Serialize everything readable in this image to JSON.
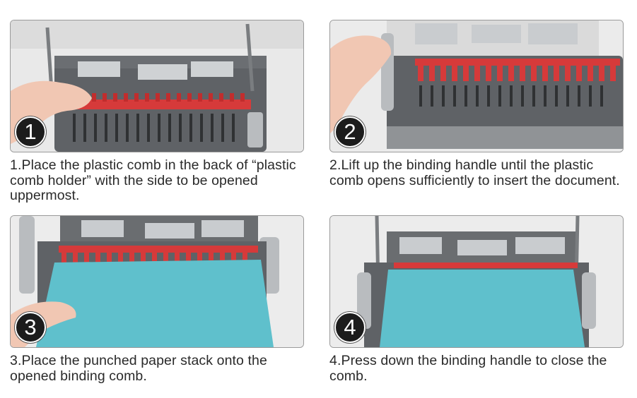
{
  "steps": [
    {
      "number": "1",
      "text": "1.Place the plastic comb in the back of “plastic comb holder” with the side to be opened uppermost."
    },
    {
      "number": "2",
      "text": "2.Lift up the binding handle until the plastic comb opens sufficiently to insert the document."
    },
    {
      "number": "3",
      "text": "3.Place the punched paper stack onto the opened binding comb."
    },
    {
      "number": "4",
      "text": "4.Press down the binding handle to close the comb."
    }
  ],
  "colors": {
    "machine_body": "#5f6266",
    "comb_red": "#d63a3a",
    "paper_blue": "#5fc0cc",
    "badge": "#1c1c1c"
  }
}
